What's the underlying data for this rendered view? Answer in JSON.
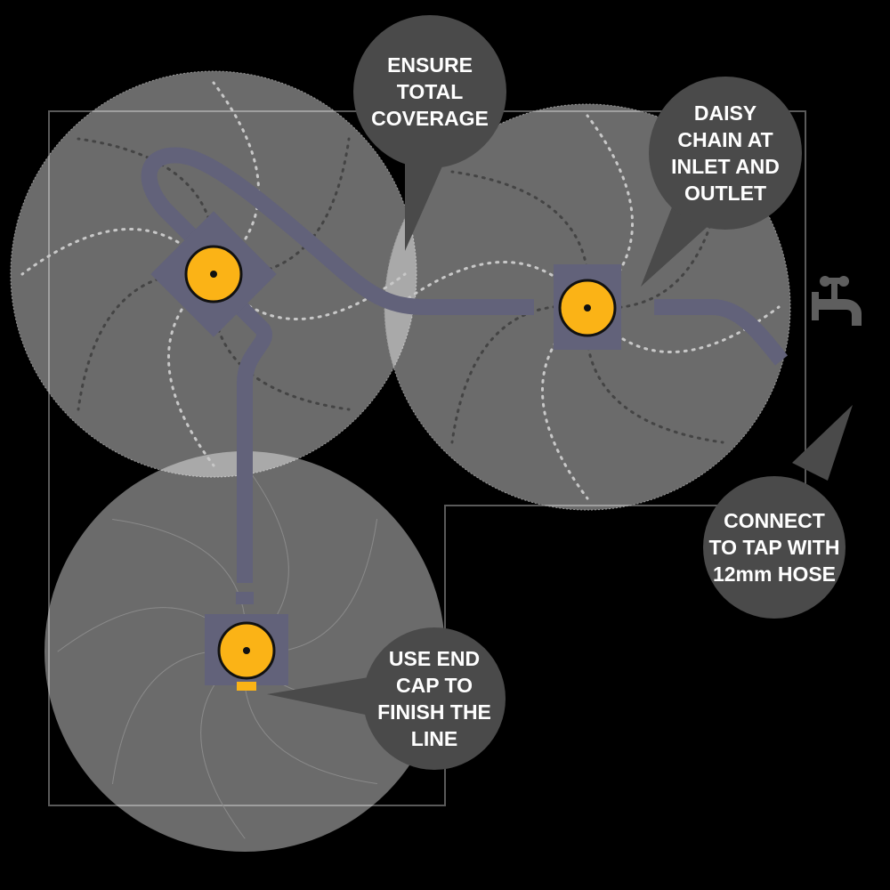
{
  "colors": {
    "background": "#000000",
    "coverage": "#ffffff",
    "pipe": "#62627a",
    "sprinkler": "#fbb316",
    "callout": "#4a4a4a",
    "outline": "#5a5a5a"
  },
  "callouts": [
    {
      "lines": [
        "ENSURE",
        "TOTAL",
        "COVERAGE"
      ]
    },
    {
      "lines": [
        "DAISY",
        "CHAIN AT",
        "INLET AND",
        "OUTLET"
      ]
    },
    {
      "lines": [
        "CONNECT",
        "TO TAP WITH",
        "12mm HOSE"
      ]
    },
    {
      "lines": [
        "USE END",
        "CAP TO",
        "FINISH THE",
        "LINE"
      ]
    }
  ],
  "icons": {
    "tap": "tap-icon",
    "sprinkler": "sprinkler-icon"
  }
}
